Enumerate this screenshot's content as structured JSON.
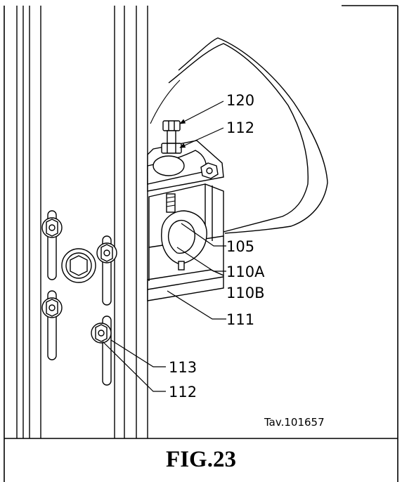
{
  "callouts": {
    "c120": "120",
    "c112_top": "112",
    "c105": "105",
    "c110a": "110A",
    "c110b": "110B",
    "c111": "111",
    "c113": "113",
    "c112_bottom": "112"
  },
  "drawing_ref": "Tav.101657",
  "caption": "FIG.23"
}
